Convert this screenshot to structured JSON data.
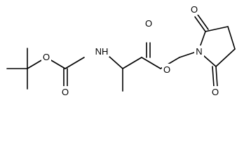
{
  "molecule": {
    "atoms": {
      "o_ether_boc": "O",
      "o_carbonyl_boc": "O",
      "nh": "NH",
      "o_carbonyl_ester": "O",
      "o_ester_link": "O",
      "n_ring": "N",
      "o_ring_top": "O",
      "o_ring_bottom": "O"
    }
  },
  "colors": {
    "bond": "#000000",
    "label": "#000000",
    "background": "#ffffff"
  }
}
